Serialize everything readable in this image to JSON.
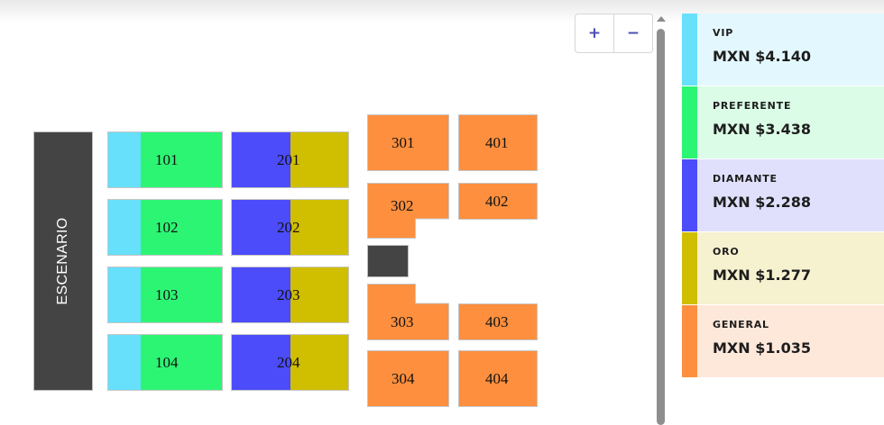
{
  "colors": {
    "vip": "#66e0fb",
    "preferente": "#2df574",
    "diamante": "#4c4cfb",
    "oro": "#d0be00",
    "general": "#fd8f3e",
    "stage": "#444444"
  },
  "map": {
    "stage_label": "ESCENARIO",
    "sections": {
      "s101": "101",
      "s102": "102",
      "s103": "103",
      "s104": "104",
      "s201": "201",
      "s202": "202",
      "s203": "203",
      "s204": "204",
      "s301": "301",
      "s302": "302",
      "s303": "303",
      "s304": "304",
      "s401": "401",
      "s402": "402",
      "s403": "403",
      "s404": "404"
    }
  },
  "zoom": {
    "in_label": "+",
    "out_label": "−"
  },
  "legend": {
    "tiers": [
      {
        "name": "VIP",
        "price": "MXN $4.140",
        "color": "#66e0fb",
        "bg": "#e3f8fe"
      },
      {
        "name": "PREFERENTE",
        "price": "MXN $3.438",
        "color": "#2df574",
        "bg": "#dbfce6"
      },
      {
        "name": "DIAMANTE",
        "price": "MXN $2.288",
        "color": "#4c4cfb",
        "bg": "#e0e0fd"
      },
      {
        "name": "ORO",
        "price": "MXN $1.277",
        "color": "#d0be00",
        "bg": "#f6f1cf"
      },
      {
        "name": "GENERAL",
        "price": "MXN $1.035",
        "color": "#fd8f3e",
        "bg": "#fee8da"
      }
    ]
  }
}
